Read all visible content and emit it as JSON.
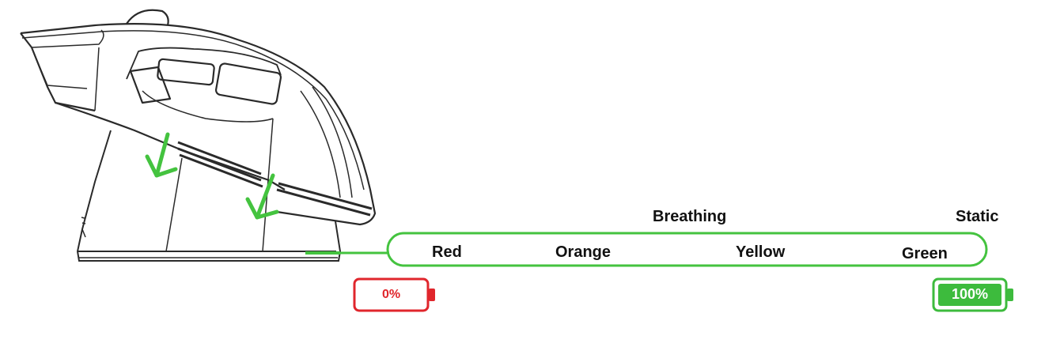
{
  "mode_labels": {
    "breathing": "Breathing",
    "static": "Static"
  },
  "color_labels": {
    "red": "Red",
    "orange": "Orange",
    "yellow": "Yellow",
    "green": "Green"
  },
  "battery": {
    "empty": {
      "text": "0%",
      "color": "#e0262c"
    },
    "full": {
      "text": "100%",
      "color": "#3dbb3d"
    }
  },
  "colors": {
    "indicator": "#44c33f",
    "outline": "#2a2a2a"
  },
  "icons": [
    "mouse-illustration",
    "charging-dock",
    "down-arrow-icon",
    "battery-empty-icon",
    "battery-full-icon"
  ]
}
